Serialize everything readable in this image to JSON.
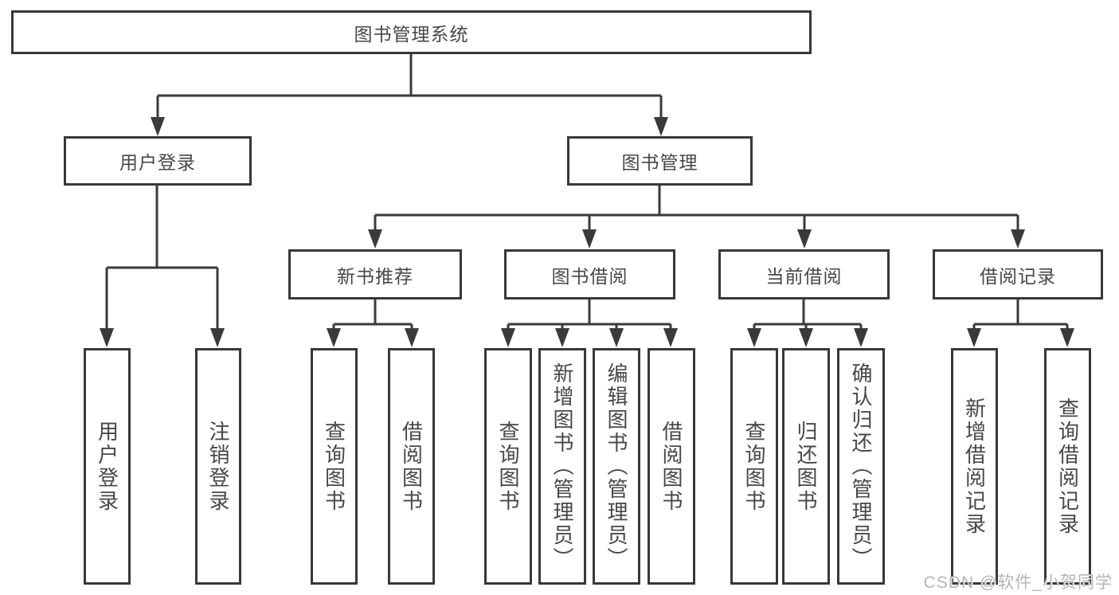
{
  "tree": {
    "root": "图书管理系统",
    "children": [
      {
        "label": "用户登录",
        "children": [
          {
            "label": "用户登录"
          },
          {
            "label": "注销登录"
          }
        ]
      },
      {
        "label": "图书管理",
        "children": [
          {
            "label": "新书推荐",
            "children": [
              {
                "label": "查询图书"
              },
              {
                "label": "借阅图书"
              }
            ]
          },
          {
            "label": "图书借阅",
            "children": [
              {
                "label": "查询图书"
              },
              {
                "label": "新增图书（管理员）"
              },
              {
                "label": "编辑图书（管理员）"
              },
              {
                "label": "借阅图书"
              }
            ]
          },
          {
            "label": "当前借阅",
            "children": [
              {
                "label": "查询图书"
              },
              {
                "label": "归还图书"
              },
              {
                "label": "确认归还（管理员）"
              }
            ]
          },
          {
            "label": "借阅记录",
            "children": [
              {
                "label": "新增借阅记录"
              },
              {
                "label": "查询借阅记录"
              }
            ]
          }
        ]
      }
    ]
  },
  "watermark": "CSDN @软件_小贺同学",
  "colors": {
    "line": "#3a3a3a",
    "border": "#383838",
    "text": "#474747",
    "watermark": "#b5b5b5",
    "background": "#ffffff"
  }
}
